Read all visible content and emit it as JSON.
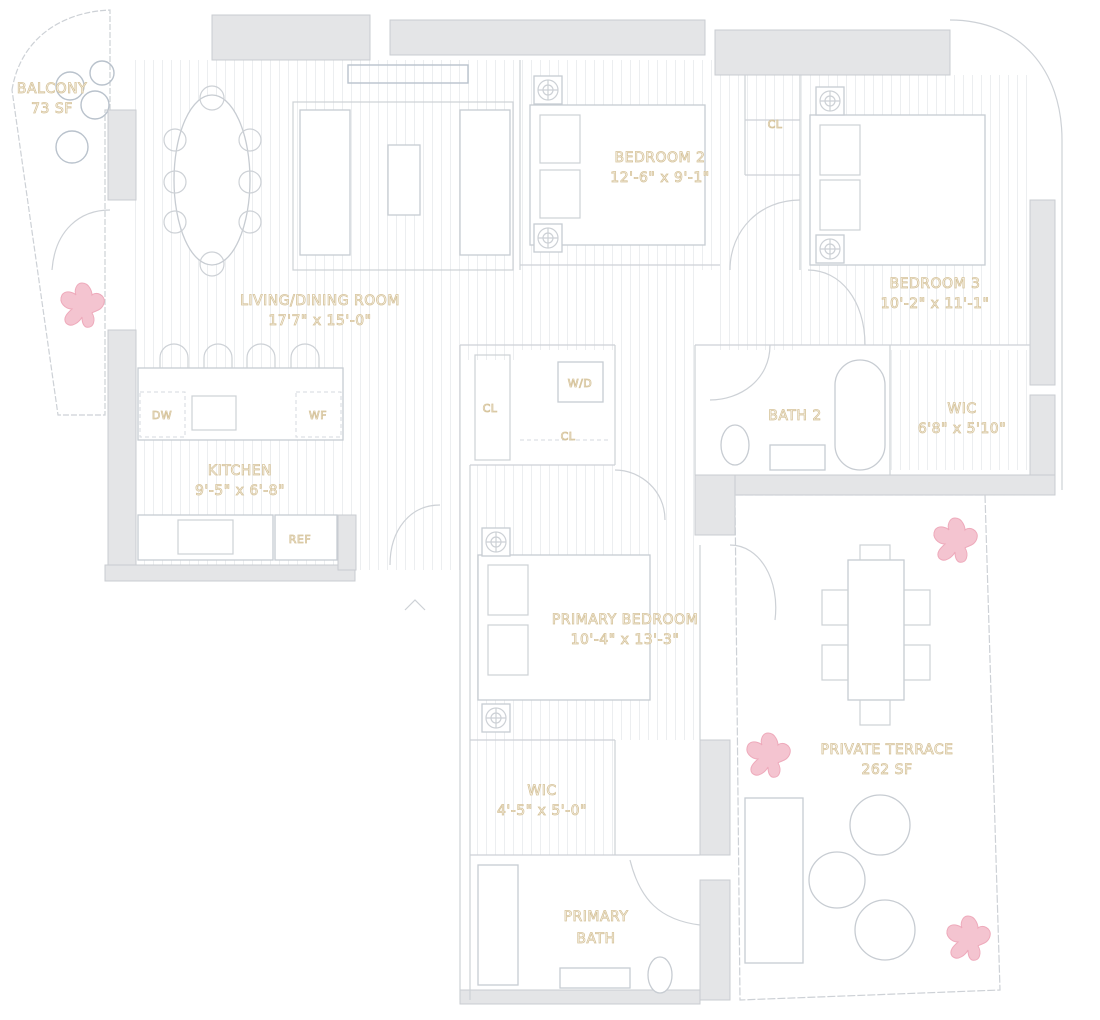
{
  "rooms": {
    "balcony": {
      "name": "BALCONY",
      "size": "73 SF"
    },
    "living_dining": {
      "name": "LIVING/DINING ROOM",
      "size": "17'7\" x 15'-0\""
    },
    "kitchen": {
      "name": "KITCHEN",
      "size": "9'-5\" x 6'-8\""
    },
    "bedroom2": {
      "name": "BEDROOM 2",
      "size": "12'-6\" x 9'-1\""
    },
    "bedroom3": {
      "name": "BEDROOM 3",
      "size": "10'-2\" x 11'-1\""
    },
    "bath2": {
      "name": "BATH 2"
    },
    "wic_bath2": {
      "name": "WIC",
      "size": "6'8\" x 5'10\""
    },
    "primary_bedroom": {
      "name": "PRIMARY BEDROOM",
      "size": "10'-4\" x 13'-3\""
    },
    "wic_primary": {
      "name": "WIC",
      "size": "4'-5\" x 5'-0\""
    },
    "primary_bath": {
      "line1": "PRIMARY",
      "line2": "BATH"
    },
    "terrace": {
      "name": "PRIVATE TERRACE",
      "size": "262 SF"
    }
  },
  "fixtures": {
    "dishwasher": "DW",
    "wine_fridge": "WF",
    "refrigerator": "REF",
    "washer_dryer": "W/D",
    "closet_1": "CL",
    "closet_2": "CL",
    "closet_3": "CL"
  },
  "colors": {
    "label": "#d6c39a",
    "wall": "#e4e5e7",
    "line": "#cdd1d6",
    "flower": "#f4c4d0"
  }
}
